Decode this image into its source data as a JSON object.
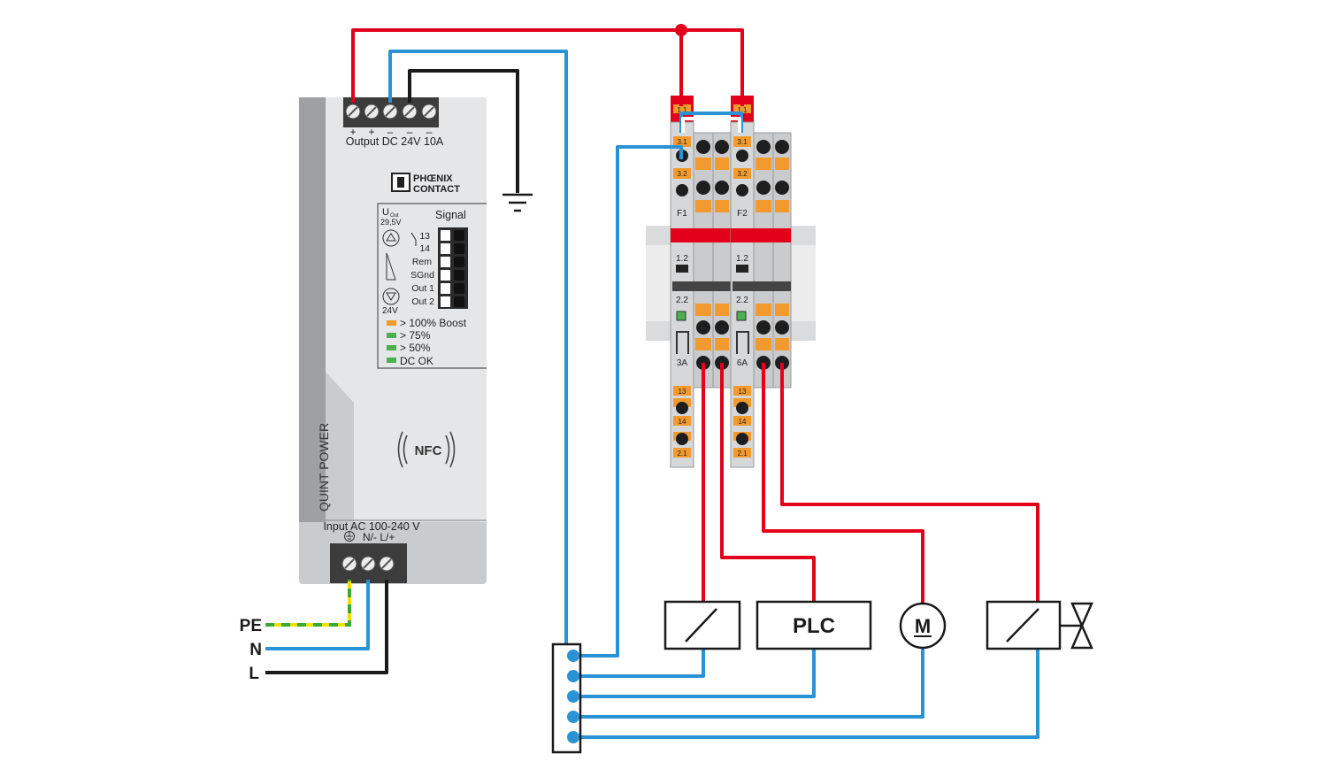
{
  "psu": {
    "terminal_signs": [
      "+",
      "+",
      "–",
      "–",
      "–"
    ],
    "output_label": "Output DC 24V 10A",
    "brand_line1": "PHŒNIX",
    "brand_line2": "CONTACT",
    "uout_label": "U",
    "uout_sub": "Out",
    "uout_max": "29,5V",
    "uout_min": "24V",
    "signal_title": "Signal",
    "signal_pins": [
      "13",
      "14",
      "Rem",
      "SGnd",
      "Out 1",
      "Out 2"
    ],
    "leds": [
      {
        "label": "> 100% Boost",
        "color": "#f29a2e"
      },
      {
        "label": "> 75%",
        "color": "#4caf50"
      },
      {
        "label": "> 50%",
        "color": "#4caf50"
      },
      {
        "label": "DC OK",
        "color": "#4caf50"
      }
    ],
    "nfc_label": "NFC",
    "side_label": "QUINT POWER",
    "input_label": "Input AC 100-240 V",
    "input_pins": "N/- L/+"
  },
  "mains": {
    "pe": "PE",
    "n": "N",
    "l": "L"
  },
  "breakers": [
    {
      "top_tag": "1.1",
      "tag_31": "3.1",
      "tag_32": "3.2",
      "name": "F1",
      "tag_12": "1.2",
      "tag_22": "2.2",
      "rating": "3A",
      "tag_13": "13",
      "tag_14": "14",
      "tag_21": "2.1"
    },
    {
      "top_tag": "1.1",
      "tag_31": "3.1",
      "tag_32": "3.2",
      "name": "F2",
      "tag_12": "1.2",
      "tag_22": "2.2",
      "rating": "6A",
      "tag_13": "13",
      "tag_14": "14",
      "tag_21": "2.1"
    }
  ],
  "loads": {
    "plc": "PLC",
    "motor": "M"
  },
  "colors": {
    "red": "#e3001b",
    "blue": "#2a93d5",
    "black": "#1a1a1a",
    "psu_body": "#c9ccce",
    "psu_panel": "#e4e6e7",
    "orange": "#f29a2e",
    "pe_yellow": "#f0e000",
    "pe_green": "#3aa935"
  }
}
